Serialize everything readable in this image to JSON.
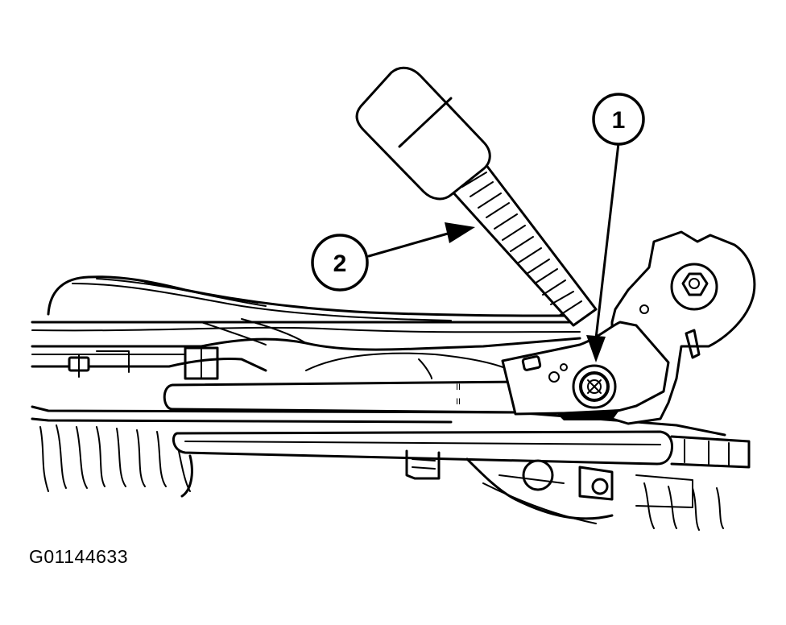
{
  "figure_id": "G01144633",
  "callouts": [
    {
      "number": "1"
    },
    {
      "number": "2"
    }
  ]
}
